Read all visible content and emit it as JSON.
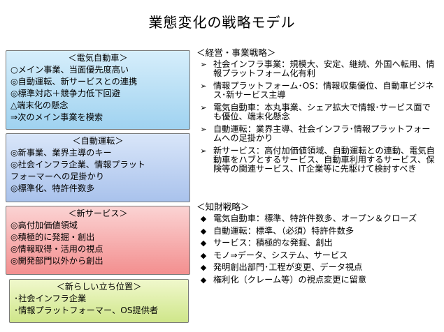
{
  "title": "業態変化の戦略モデル",
  "left_boxes": {
    "ev": {
      "header": "＜電気自動車＞",
      "lines": [
        "○メイン事業、当面優先度高い",
        "◎自動運転、新サービスとの連携",
        "◎標準対応＋競争力低下回避",
        "△端末化の懸念",
        "⇒次のメイン事業を模索"
      ]
    },
    "ad": {
      "header": "＜自動運転＞",
      "lines": [
        "◎新事業、業界主導のキー",
        "◎社会インフラ企業、情報プラット",
        "フォーマーへの足掛かり",
        "◎標準化、特許件数多"
      ]
    },
    "ns": {
      "header": "＜新サービス＞",
      "lines": [
        "◎高付加価値領域",
        "◎積極的に発掘・創出",
        "◎情報取得・活用の視点",
        "◎開発部門以外から創出"
      ]
    },
    "np": {
      "header": "＜新らしい立ち位置＞",
      "lines": [
        "･社会インフラ企業",
        "･情報プラットフォーマー、OS提供者"
      ]
    }
  },
  "business_strategy": {
    "header": "＜経営・事業戦略＞",
    "items": [
      "社会インフラ事業：規模大、安定、継続、外国へ転用、情報プラットフォーム化有利",
      "情報プラットフォーム･OS：情報収集優位、自動車ビジネス･新サービス主導",
      "電気自動車：本丸事業、シェア拡大で情報･サービス面でも優位、端末化懸念",
      "自動運転：業界主導、社会インフラ･情報プラットフォームへの足掛かり",
      "新サービス：高付加価値領域、自動運転との連動、電気自動車をハブとするサービス、自動車利用するサービス、保険等の関連サービス、IT企業等に先駆けて検討すべき"
    ]
  },
  "ip_strategy": {
    "header": "＜知財戦略＞",
    "items": [
      "電気自動車：標準、特許件数多、オープン＆クローズ",
      "自動運転：標準、（必須）特許件数多",
      "サービス：積極的な発掘、創出",
      "モノ⇒データ、システム、サービス",
      "発明創出部門･工程が変更、データ視点",
      "権利化（クレーム等）の視点変更に留意"
    ]
  },
  "markers": {
    "arrow": "➢",
    "diamond": "◆"
  }
}
